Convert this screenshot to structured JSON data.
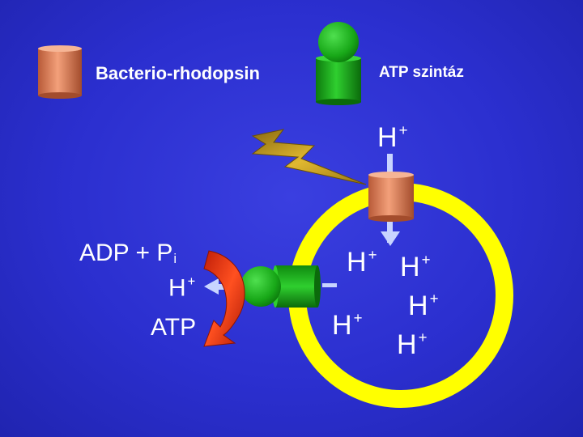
{
  "legend": {
    "bacteriorhodopsin_label": "Bacterio-rhodopsin",
    "atp_synthase_label": "ATP szintáz"
  },
  "reaction": {
    "substrate": "ADP + P",
    "substrate_subscript": "i",
    "proton": "H",
    "proton_charge": "+",
    "product": "ATP"
  },
  "protons": [
    {
      "symbol": "H",
      "charge": "+"
    },
    {
      "symbol": "H",
      "charge": "+"
    },
    {
      "symbol": "H",
      "charge": "+"
    },
    {
      "symbol": "H",
      "charge": "+"
    },
    {
      "symbol": "H",
      "charge": "+"
    },
    {
      "symbol": "H",
      "charge": "+"
    }
  ],
  "colors": {
    "background": "#2b2fcf",
    "membrane": "#ffff00",
    "bacteriorhodopsin": "#e98a62",
    "atp_synthase": "#1fa51f",
    "light_bolt": "#c9a21a",
    "arrow": "#c8d4ff",
    "reaction_arrow": "#e23a10"
  },
  "icons": {
    "light": "lightning-bolt-icon",
    "proton_flow": "arrow-down-icon",
    "proton_out": "arrow-left-icon"
  }
}
